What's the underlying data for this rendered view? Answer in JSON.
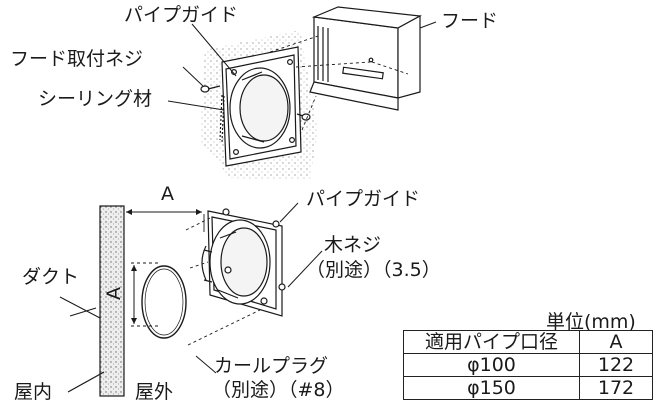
{
  "top": {
    "pipe_guide": "パイプガイド",
    "hood": "フード",
    "hood_screw": "フード取付ネジ",
    "sealing": "シーリング材"
  },
  "bottom": {
    "dim_a_horizontal": "A",
    "dim_a_vertical": "A",
    "pipe_guide": "パイプガイド",
    "wood_screw_line1": "木ネジ",
    "wood_screw_line2": "（別途）（3.5）",
    "duct": "ダクト",
    "curl_plug_line1": "カールプラグ",
    "curl_plug_line2": "（別途）（#8）",
    "indoor": "屋内",
    "outdoor": "屋外"
  },
  "table": {
    "unit": "単位(mm)",
    "header": [
      "適用パイプ口径",
      "A"
    ],
    "rows": [
      [
        "φ100",
        "122"
      ],
      [
        "φ150",
        "172"
      ]
    ]
  }
}
